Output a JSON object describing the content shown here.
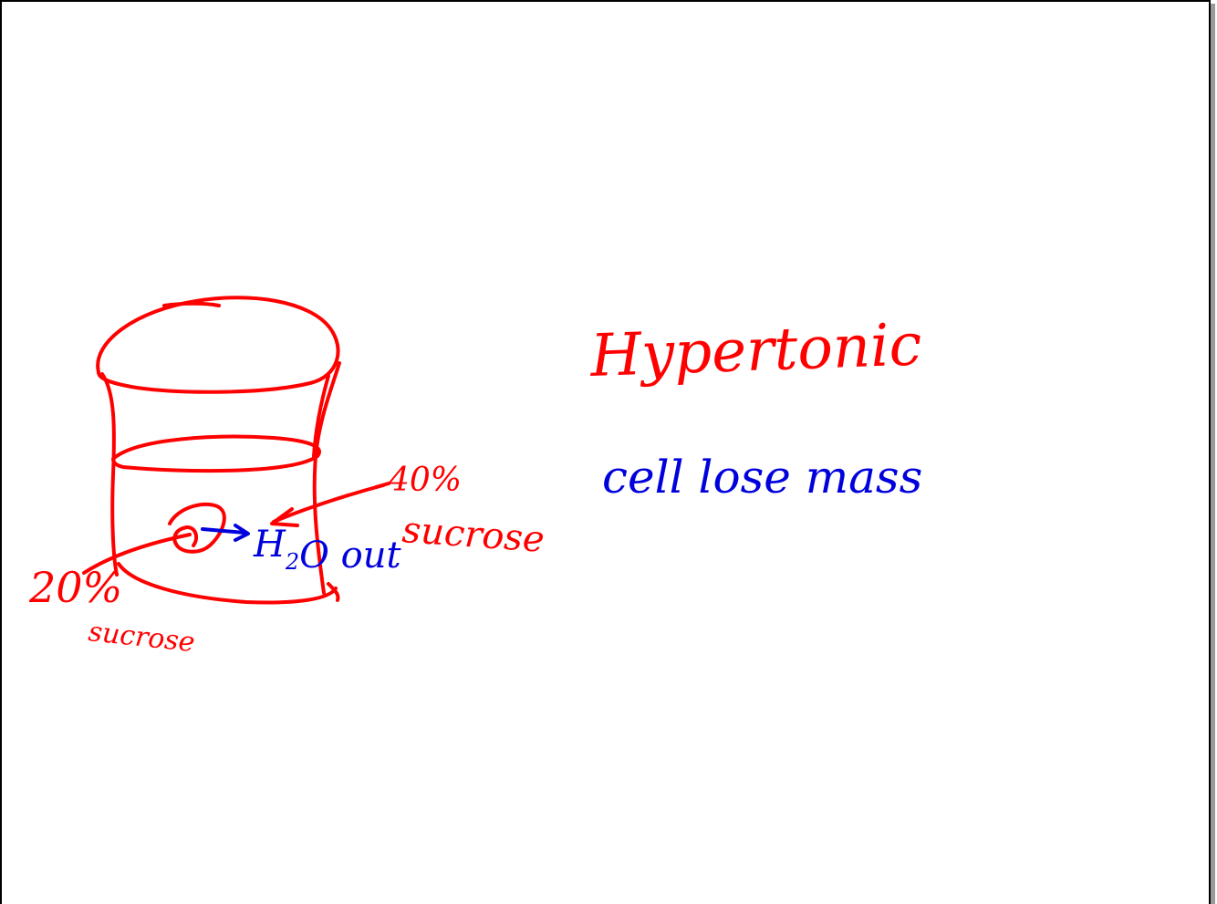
{
  "colors": {
    "red_ink": "#ff0000",
    "blue_ink": "#0000dd",
    "frame": "#000000",
    "frame_shadow": "#9a9a9a",
    "background": "#ffffff"
  },
  "heading": "Hypertonic",
  "subheading": "cell lose mass",
  "labels": {
    "outside_concentration": "40%",
    "outside_solute": "sucrose",
    "inside_concentration": "20%",
    "inside_solute": "sucrose",
    "water_movement": "H2O out"
  },
  "water_movement_parts": {
    "h": "H",
    "sub": "2",
    "o_out": "O out"
  }
}
